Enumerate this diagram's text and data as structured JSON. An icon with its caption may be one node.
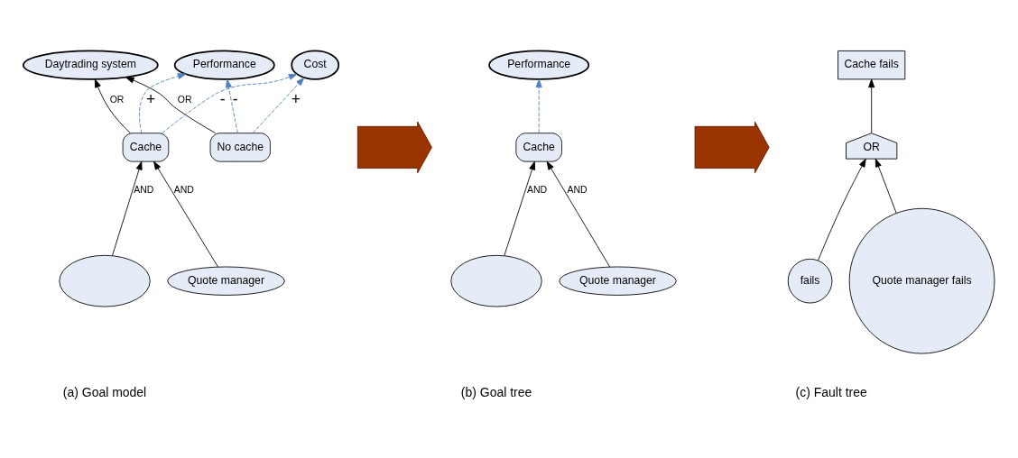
{
  "diagram": {
    "nodes": [
      {
        "text": [
          "Daytrading system"
        ]
      },
      {
        "text": [
          "Performance"
        ]
      },
      {
        "text": [
          "Cost"
        ]
      },
      {
        "text": [
          "No cache"
        ]
      },
      {
        "text": [
          "Cache"
        ]
      },
      {
        "text": [],
        "shape": "ellipse"
      },
      {
        "text": [
          "Quote manager"
        ]
      },
      {
        "text": [],
        "shape": "arrow"
      },
      {
        "text": [
          "Performance"
        ]
      },
      {
        "text": [
          "Cache"
        ]
      },
      {
        "text": [],
        "shape": "ellipse"
      },
      {
        "text": [
          "Quote manager"
        ]
      },
      {
        "text": [],
        "shape": "arrow"
      },
      {
        "text": [
          "Cache fails"
        ]
      },
      {
        "text": [
          "OR"
        ]
      },
      {
        "text": [
          "fails"
        ]
      },
      {
        "text": [
          "Quote manager fails"
        ]
      }
    ],
    "edges": [
      {
        "from": 3,
        "to": 0,
        "arrow": "to",
        "label": "OR"
      },
      {
        "from": 4,
        "to": 0,
        "arrow": "to",
        "label": "OR"
      },
      {
        "from": 3,
        "to": 1,
        "arrow": "to",
        "label": "-",
        "style": "dashed",
        "color": "#4f81bd"
      },
      {
        "from": 3,
        "to": 2,
        "arrow": "to",
        "label": "+",
        "style": "dashed",
        "color": "#4f81bd"
      },
      {
        "from": 4,
        "to": 1,
        "arrow": "to",
        "label": "+",
        "style": "dashed",
        "color": "#4f81bd"
      },
      {
        "from": 4,
        "to": 2,
        "arrow": "to",
        "label": "-",
        "style": "dashed",
        "color": "#4f81bd"
      },
      {
        "from": 5,
        "to": 4,
        "arrow": "to",
        "label": "AND"
      },
      {
        "from": 6,
        "to": 4,
        "arrow": "to",
        "label": "AND"
      },
      {
        "from": 9,
        "to": 8,
        "arrow": "to",
        "style": "dashed",
        "color": "#4f81bd"
      },
      {
        "from": 10,
        "to": 9,
        "arrow": "to",
        "label": "AND"
      },
      {
        "from": 11,
        "to": 9,
        "arrow": "to",
        "label": "AND"
      },
      {
        "from": 14,
        "to": 13,
        "arrow": "to"
      },
      {
        "from": 15,
        "to": 14,
        "arrow": "to"
      },
      {
        "from": 16,
        "to": 14,
        "arrow": "to"
      }
    ],
    "labels": [
      "(a) Goal model",
      "(b) Goal tree",
      "(c) Fault tree"
    ]
  }
}
